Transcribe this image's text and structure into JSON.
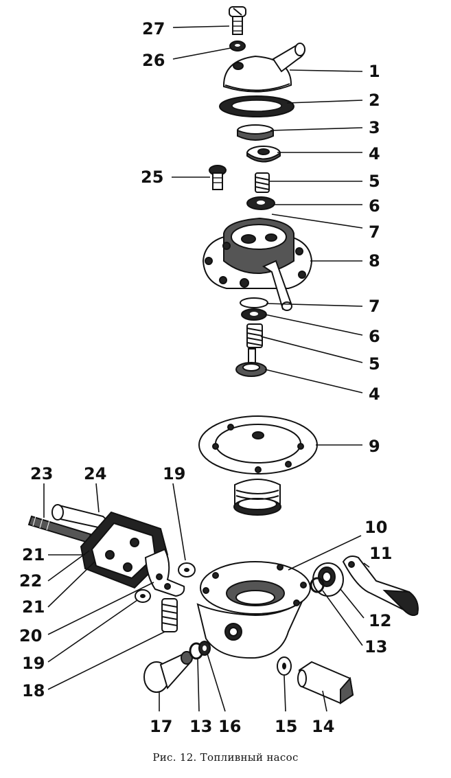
{
  "caption": "Рис. 12. Топливный насос",
  "labels": {
    "n1": "1",
    "n2": "2",
    "n3": "3",
    "n4a": "4",
    "n5a": "5",
    "n6a": "6",
    "n7a": "7",
    "n8": "8",
    "n7b": "7",
    "n6b": "6",
    "n5b": "5",
    "n4b": "4",
    "n9": "9",
    "n10": "10",
    "n11": "11",
    "n12": "12",
    "n13a": "13",
    "n14": "14",
    "n15": "15",
    "n16": "16",
    "n13b": "13",
    "n17": "17",
    "n18": "18",
    "n19a": "19",
    "n19b": "19",
    "n20": "20",
    "n21a": "21",
    "n21b": "21",
    "n22": "22",
    "n23": "23",
    "n24": "24",
    "n25": "25",
    "n26": "26",
    "n27": "27"
  }
}
